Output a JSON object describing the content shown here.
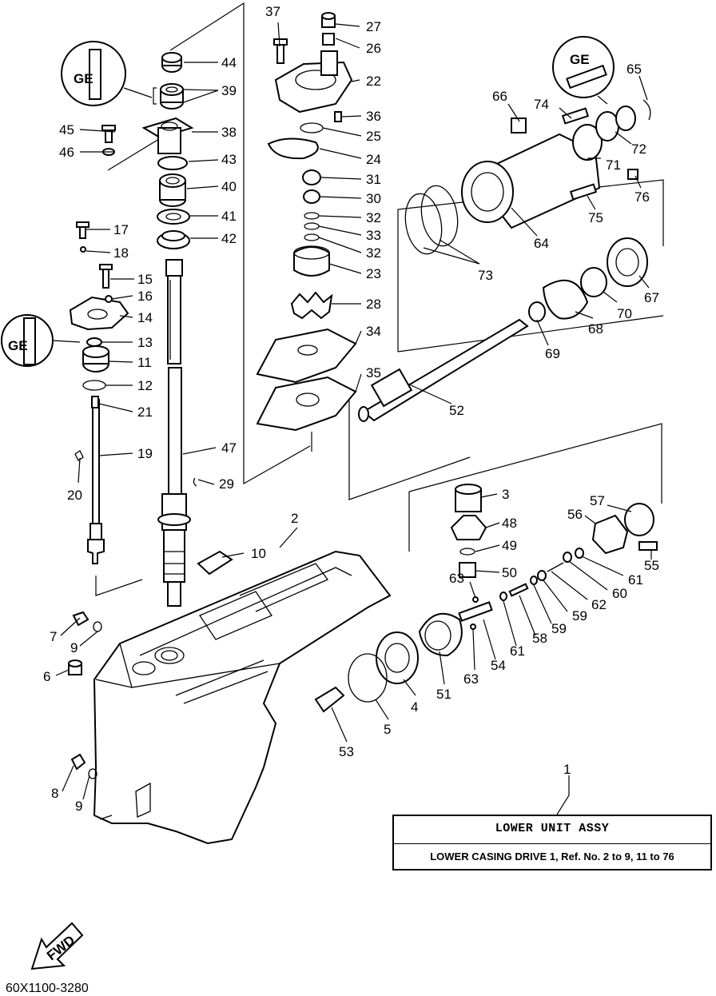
{
  "assembly_box": {
    "title": "LOWER UNIT ASSY",
    "description": "LOWER CASING DRIVE 1, Ref. No. 2 to 9, 11 to 76"
  },
  "figure_code": "60X1100-3280",
  "fwd_arrow_label": "FWD",
  "grease_symbol_label": "GE",
  "callouts": [
    {
      "id": "c1",
      "text": "1"
    },
    {
      "id": "c2",
      "text": "2"
    },
    {
      "id": "c3",
      "text": "3"
    },
    {
      "id": "c4",
      "text": "4"
    },
    {
      "id": "c5",
      "text": "5"
    },
    {
      "id": "c6",
      "text": "6"
    },
    {
      "id": "c7",
      "text": "7"
    },
    {
      "id": "c8",
      "text": "8"
    },
    {
      "id": "c9a",
      "text": "9"
    },
    {
      "id": "c9b",
      "text": "9"
    },
    {
      "id": "c10",
      "text": "10"
    },
    {
      "id": "c11",
      "text": "11"
    },
    {
      "id": "c12",
      "text": "12"
    },
    {
      "id": "c13",
      "text": "13"
    },
    {
      "id": "c14",
      "text": "14"
    },
    {
      "id": "c15",
      "text": "15"
    },
    {
      "id": "c16",
      "text": "16"
    },
    {
      "id": "c17",
      "text": "17"
    },
    {
      "id": "c18",
      "text": "18"
    },
    {
      "id": "c19",
      "text": "19"
    },
    {
      "id": "c20",
      "text": "20"
    },
    {
      "id": "c21",
      "text": "21"
    },
    {
      "id": "c22",
      "text": "22"
    },
    {
      "id": "c23",
      "text": "23"
    },
    {
      "id": "c24",
      "text": "24"
    },
    {
      "id": "c25",
      "text": "25"
    },
    {
      "id": "c26",
      "text": "26"
    },
    {
      "id": "c27",
      "text": "27"
    },
    {
      "id": "c28",
      "text": "28"
    },
    {
      "id": "c29",
      "text": "29"
    },
    {
      "id": "c30",
      "text": "30"
    },
    {
      "id": "c31",
      "text": "31"
    },
    {
      "id": "c32a",
      "text": "32"
    },
    {
      "id": "c32b",
      "text": "32"
    },
    {
      "id": "c33",
      "text": "33"
    },
    {
      "id": "c34",
      "text": "34"
    },
    {
      "id": "c35",
      "text": "35"
    },
    {
      "id": "c36",
      "text": "36"
    },
    {
      "id": "c37",
      "text": "37"
    },
    {
      "id": "c38",
      "text": "38"
    },
    {
      "id": "c39",
      "text": "39"
    },
    {
      "id": "c40",
      "text": "40"
    },
    {
      "id": "c41",
      "text": "41"
    },
    {
      "id": "c42",
      "text": "42"
    },
    {
      "id": "c43",
      "text": "43"
    },
    {
      "id": "c44",
      "text": "44"
    },
    {
      "id": "c45",
      "text": "45"
    },
    {
      "id": "c46",
      "text": "46"
    },
    {
      "id": "c47",
      "text": "47"
    },
    {
      "id": "c48",
      "text": "48"
    },
    {
      "id": "c49",
      "text": "49"
    },
    {
      "id": "c50",
      "text": "50"
    },
    {
      "id": "c51",
      "text": "51"
    },
    {
      "id": "c52",
      "text": "52"
    },
    {
      "id": "c53",
      "text": "53"
    },
    {
      "id": "c54",
      "text": "54"
    },
    {
      "id": "c55",
      "text": "55"
    },
    {
      "id": "c56",
      "text": "56"
    },
    {
      "id": "c57",
      "text": "57"
    },
    {
      "id": "c58",
      "text": "58"
    },
    {
      "id": "c59a",
      "text": "59"
    },
    {
      "id": "c59b",
      "text": "59"
    },
    {
      "id": "c60",
      "text": "60"
    },
    {
      "id": "c61a",
      "text": "61"
    },
    {
      "id": "c61b",
      "text": "61"
    },
    {
      "id": "c62",
      "text": "62"
    },
    {
      "id": "c63a",
      "text": "63"
    },
    {
      "id": "c63b",
      "text": "63"
    },
    {
      "id": "c64",
      "text": "64"
    },
    {
      "id": "c65",
      "text": "65"
    },
    {
      "id": "c66",
      "text": "66"
    },
    {
      "id": "c67",
      "text": "67"
    },
    {
      "id": "c68",
      "text": "68"
    },
    {
      "id": "c69",
      "text": "69"
    },
    {
      "id": "c70",
      "text": "70"
    },
    {
      "id": "c71",
      "text": "71"
    },
    {
      "id": "c72",
      "text": "72"
    },
    {
      "id": "c73",
      "text": "73"
    },
    {
      "id": "c74",
      "text": "74"
    },
    {
      "id": "c75",
      "text": "75"
    },
    {
      "id": "c76",
      "text": "76"
    }
  ]
}
